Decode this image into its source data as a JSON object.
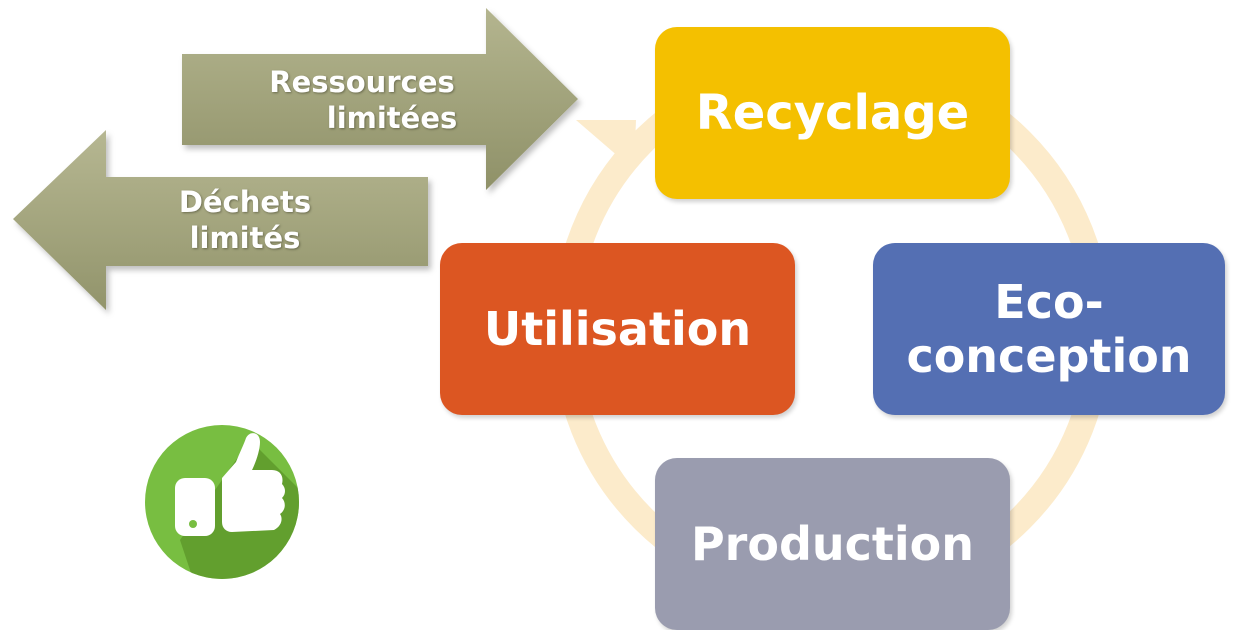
{
  "arrows": {
    "ressources": {
      "line1": "Ressources",
      "line2": "limitées"
    },
    "dechets": {
      "line1": "Déchets",
      "line2": "limités"
    }
  },
  "cycle": {
    "recyclage": "Recyclage",
    "eco_conception_line1": "Eco-",
    "eco_conception_line2": "conception",
    "production": "Production",
    "utilisation": "Utilisation"
  },
  "icons": {
    "approval": "thumbs-up-icon"
  },
  "colors": {
    "recyclage": "#F4C000",
    "eco_conception": "#546FB3",
    "production": "#9A9CAF",
    "utilisation": "#DC5622",
    "cycle_ring": "#FCEBCB",
    "arrow_olive": "#A3A47E",
    "icon_green": "#78BE41"
  }
}
